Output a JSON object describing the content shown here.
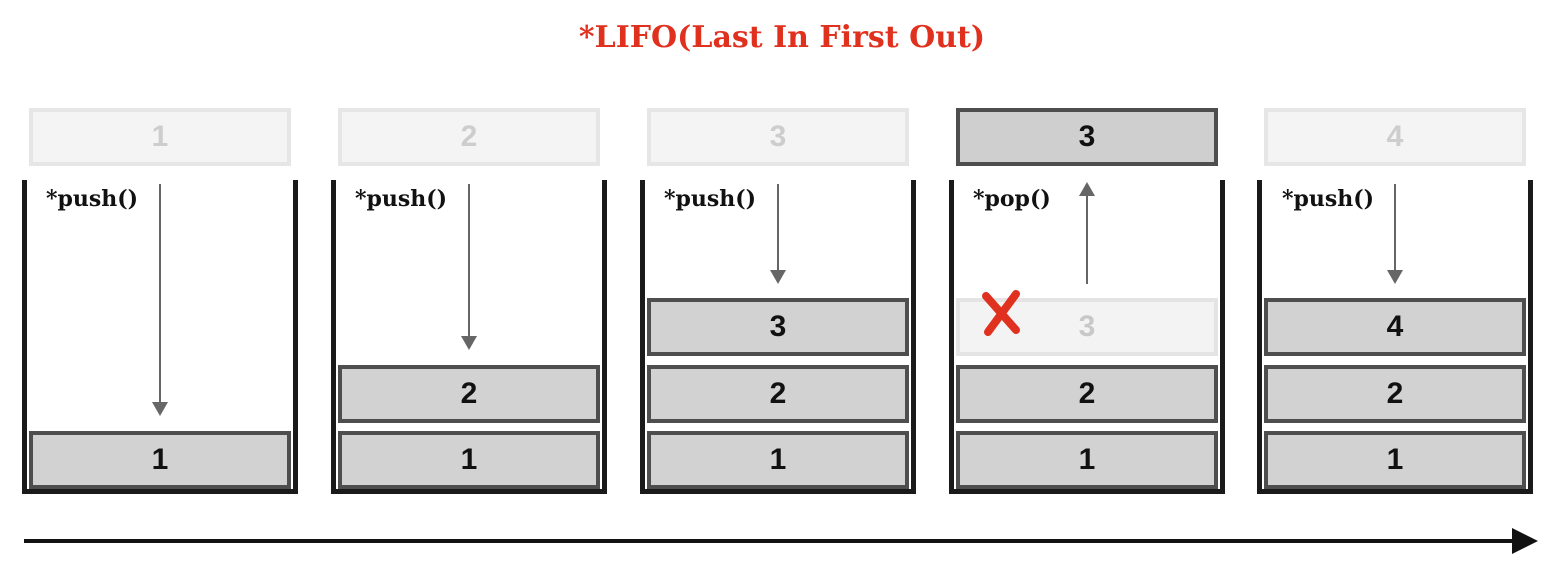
{
  "title": "*LIFO(Last In First Out)",
  "colors": {
    "title": "#e0301e",
    "block_fill": "#d2d2d2",
    "block_border": "#4e4e4e",
    "ghost_fill": "#f4f4f4",
    "ghost_text": "#cdcdcd",
    "cross": "#e0301e"
  },
  "steps": [
    {
      "operation": "*push()",
      "direction": "down",
      "top_value": "1",
      "stack": [
        "1"
      ]
    },
    {
      "operation": "*push()",
      "direction": "down",
      "top_value": "2",
      "stack": [
        "1",
        "2"
      ]
    },
    {
      "operation": "*push()",
      "direction": "down",
      "top_value": "3",
      "stack": [
        "1",
        "2",
        "3"
      ]
    },
    {
      "operation": "*pop()",
      "direction": "up",
      "top_value": "3",
      "stack": [
        "1",
        "2"
      ],
      "removed_value": "3"
    },
    {
      "operation": "*push()",
      "direction": "down",
      "top_value": "4",
      "stack": [
        "1",
        "2",
        "4"
      ]
    }
  ],
  "timeline": {
    "direction": "right"
  },
  "icons": {
    "removed": "red-cross-icon",
    "timeline": "right-arrow-icon"
  }
}
